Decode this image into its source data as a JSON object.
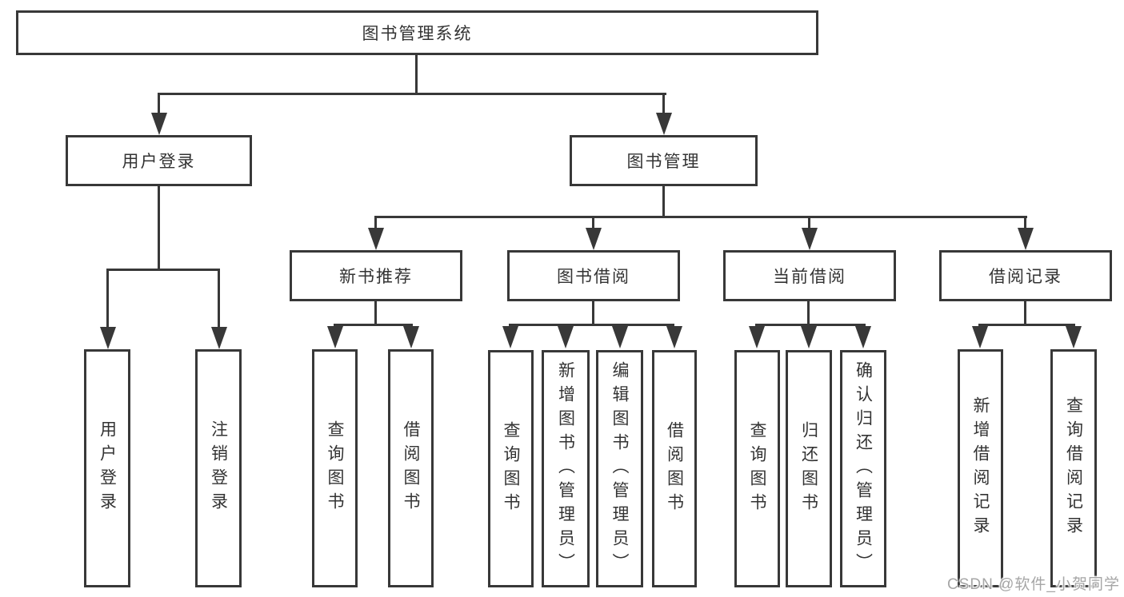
{
  "tree": {
    "root": "图书管理系统",
    "branches": [
      {
        "label": "用户登录",
        "children": [
          "用户登录",
          "注销登录"
        ]
      },
      {
        "label": "图书管理",
        "sections": [
          {
            "label": "新书推荐",
            "children": [
              "查询图书",
              "借阅图书"
            ]
          },
          {
            "label": "图书借阅",
            "children": [
              "查询图书",
              "新增图书（管理员）",
              "编辑图书（管理员）",
              "借阅图书"
            ]
          },
          {
            "label": "当前借阅",
            "children": [
              "查询图书",
              "归还图书",
              "确认归还（管理员）"
            ]
          },
          {
            "label": "借阅记录",
            "children": [
              "新增借阅记录",
              "查询借阅记录"
            ]
          }
        ]
      }
    ]
  },
  "watermark": "CSDN @软件_小贺同学",
  "colors": {
    "line": "#383838",
    "text": "#333333",
    "watermark": "#a6a6a6",
    "background": "#ffffff"
  }
}
